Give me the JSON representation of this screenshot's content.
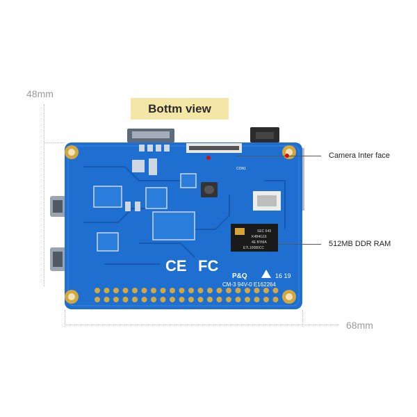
{
  "labels": {
    "view_title": "Bottm view",
    "height_dimension": "48mm",
    "width_dimension": "68mm",
    "camera_callout": "Camera Inter face",
    "ram_callout": "512MB DDR RAM"
  },
  "board_markings": {
    "ce_mark": "CE",
    "fcc_mark": "FC",
    "pq_mark": "P&Q",
    "date_code": "16 19",
    "cert_code": "CM-3 94V-0 E162264",
    "con_label": "CON1",
    "ram_chip_lines": [
      "SEC 649",
      "K4B4G16",
      "4E BYMA",
      "E7L10080CC"
    ]
  },
  "colors": {
    "board": "#1f6fd1",
    "board_dark": "#1759b0",
    "pad_gold": "#d4a83f",
    "title_bg": "#f3e6a6",
    "dimension_text": "#9a9a9a"
  }
}
